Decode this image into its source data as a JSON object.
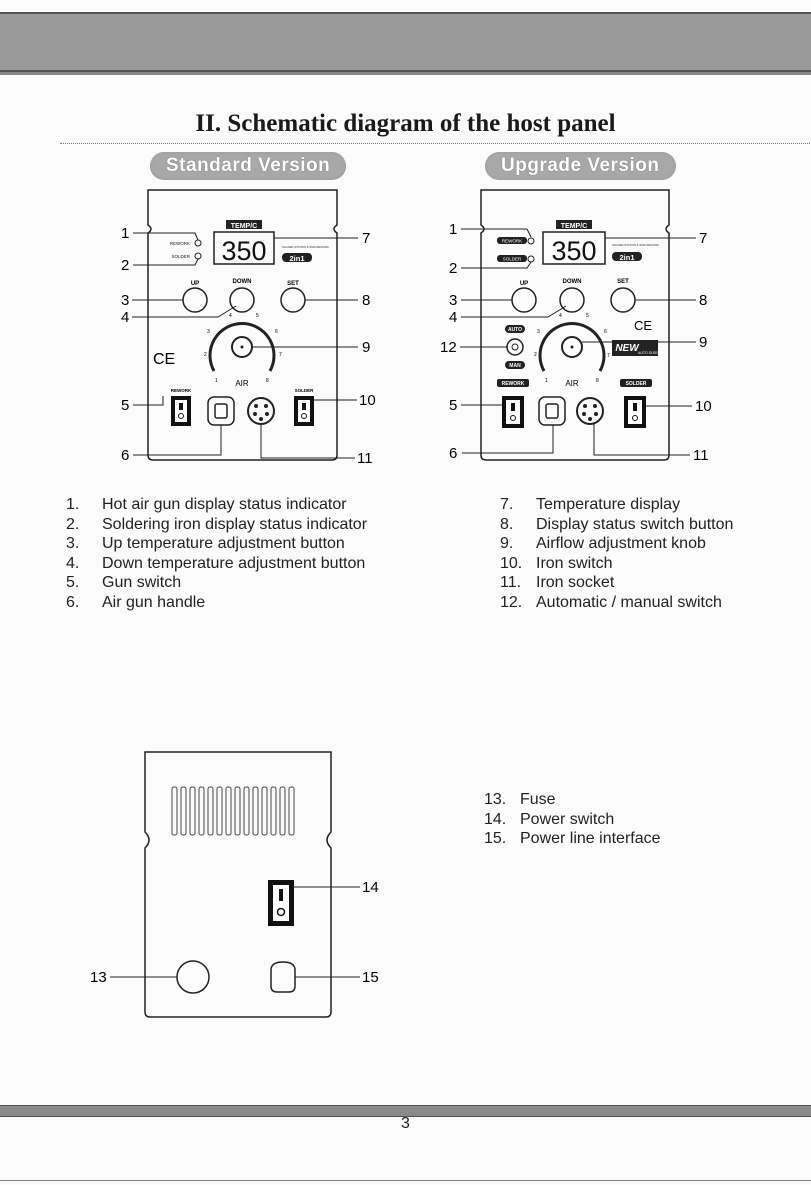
{
  "title": "II. Schematic diagram of the host panel",
  "standard_version": {
    "label": "Standard Version",
    "display_label": "TEMP/C",
    "display_value": "350",
    "badge": "2in1",
    "brand_text": "SOLDER STATION & SMD REWORK",
    "led_labels": [
      "REWORK",
      "SOLDER"
    ],
    "button_labels": [
      "UP",
      "DOWN",
      "SET"
    ],
    "knob_label": "AIR",
    "knob_ticks": [
      "1",
      "2",
      "3",
      "4",
      "5",
      "6",
      "7",
      "8"
    ],
    "switch_labels": [
      "REWORK",
      "SOLDER"
    ],
    "ce_mark": "CE",
    "callouts": [
      "1",
      "2",
      "3",
      "4",
      "5",
      "6",
      "7",
      "8",
      "9",
      "10",
      "11"
    ]
  },
  "upgrade_version": {
    "label": "Upgrade Version",
    "display_label": "TEMP/C",
    "display_value": "350",
    "badge": "2in1",
    "brand_text": "SOLDER STATION & SMD REWORK",
    "led_labels": [
      "REWORK",
      "SOLDER"
    ],
    "button_labels": [
      "UP",
      "DOWN",
      "SET"
    ],
    "knob_label": "AIR",
    "knob_ticks": [
      "1",
      "2",
      "3",
      "4",
      "5",
      "6",
      "7",
      "8"
    ],
    "mode_labels": [
      "AUTO",
      "MAN"
    ],
    "new_badge": "NEW",
    "new_badge_sub": "AUTO SLEEP",
    "switch_labels": [
      "REWORK",
      "SOLDER"
    ],
    "ce_mark": "CE",
    "callouts": [
      "1",
      "2",
      "3",
      "4",
      "5",
      "6",
      "7",
      "8",
      "9",
      "10",
      "11",
      "12"
    ]
  },
  "legend_left": [
    {
      "num": "1.",
      "text": "Hot air gun display status indicator"
    },
    {
      "num": "2.",
      "text": "Soldering iron display status indicator"
    },
    {
      "num": "3.",
      "text": "Up temperature adjustment button"
    },
    {
      "num": "4.",
      "text": "Down temperature adjustment button"
    },
    {
      "num": "5.",
      "text": "Gun switch"
    },
    {
      "num": "6.",
      "text": "Air gun handle"
    }
  ],
  "legend_right": [
    {
      "num": "7.",
      "text": "Temperature display"
    },
    {
      "num": "8.",
      "text": "Display status switch button"
    },
    {
      "num": "9.",
      "text": "Airflow adjustment knob"
    },
    {
      "num": "10.",
      "text": "Iron switch"
    },
    {
      "num": "11.",
      "text": "Iron socket"
    },
    {
      "num": "12.",
      "text": "Automatic / manual switch"
    }
  ],
  "rear_panel": {
    "callouts": [
      "13",
      "14",
      "15"
    ],
    "legend": [
      {
        "num": "13.",
        "text": "Fuse"
      },
      {
        "num": "14.",
        "text": "Power switch"
      },
      {
        "num": "15.",
        "text": "Power line interface"
      }
    ]
  },
  "page_number": "3"
}
